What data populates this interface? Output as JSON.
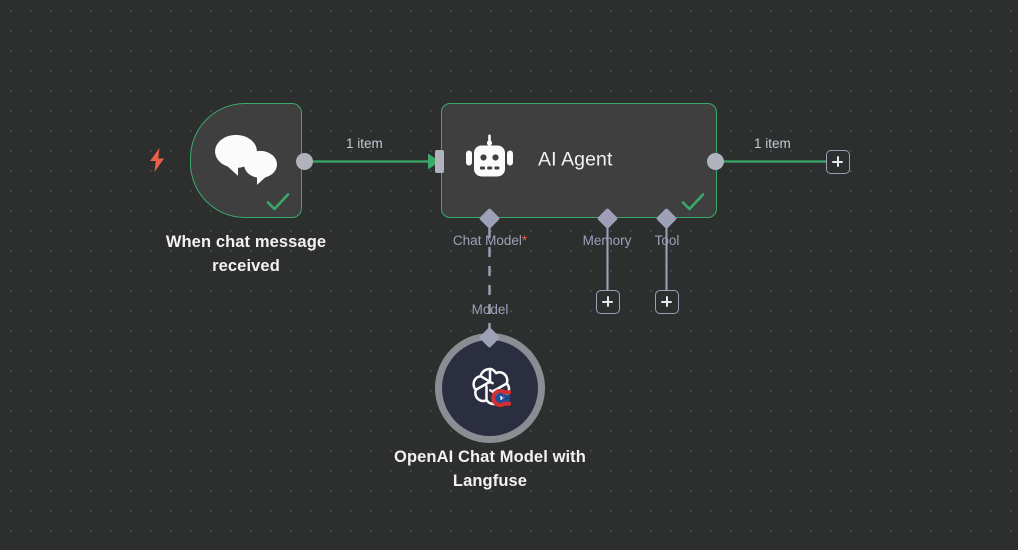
{
  "canvas": {
    "background_color": "#2d2e2e",
    "grid_dot_color": "#4a4b4b",
    "accent_success": "#3aa96a",
    "accent_trigger": "#e8604a",
    "connector_color": "#9ea0b8"
  },
  "nodes": {
    "trigger": {
      "title": "When chat message received",
      "icon": "chat-bubbles-icon",
      "status": "success",
      "trigger_marker": "lightning-bolt-icon"
    },
    "agent": {
      "title": "AI Agent",
      "icon": "robot-icon",
      "status": "success"
    },
    "openai": {
      "title": "OpenAI Chat Model with Langfuse",
      "icon": "openai-logo-icon",
      "badge": "langfuse-badge-icon"
    }
  },
  "connections": {
    "trigger_to_agent_label": "1 item",
    "agent_to_next_label": "1 item"
  },
  "sub_connectors": [
    {
      "key": "chat_model",
      "label": "Chat Model",
      "required": true,
      "required_marker": "*"
    },
    {
      "key": "memory",
      "label": "Memory",
      "required": false,
      "required_marker": ""
    },
    {
      "key": "tool",
      "label": "Tool",
      "required": false,
      "required_marker": ""
    }
  ],
  "sub_connector_labels": {
    "chat_model": "Chat Model",
    "memory": "Memory",
    "tool": "Tool",
    "model": "Model"
  },
  "buttons": {
    "add_main": "+",
    "add_memory": "+",
    "add_tool": "+"
  }
}
